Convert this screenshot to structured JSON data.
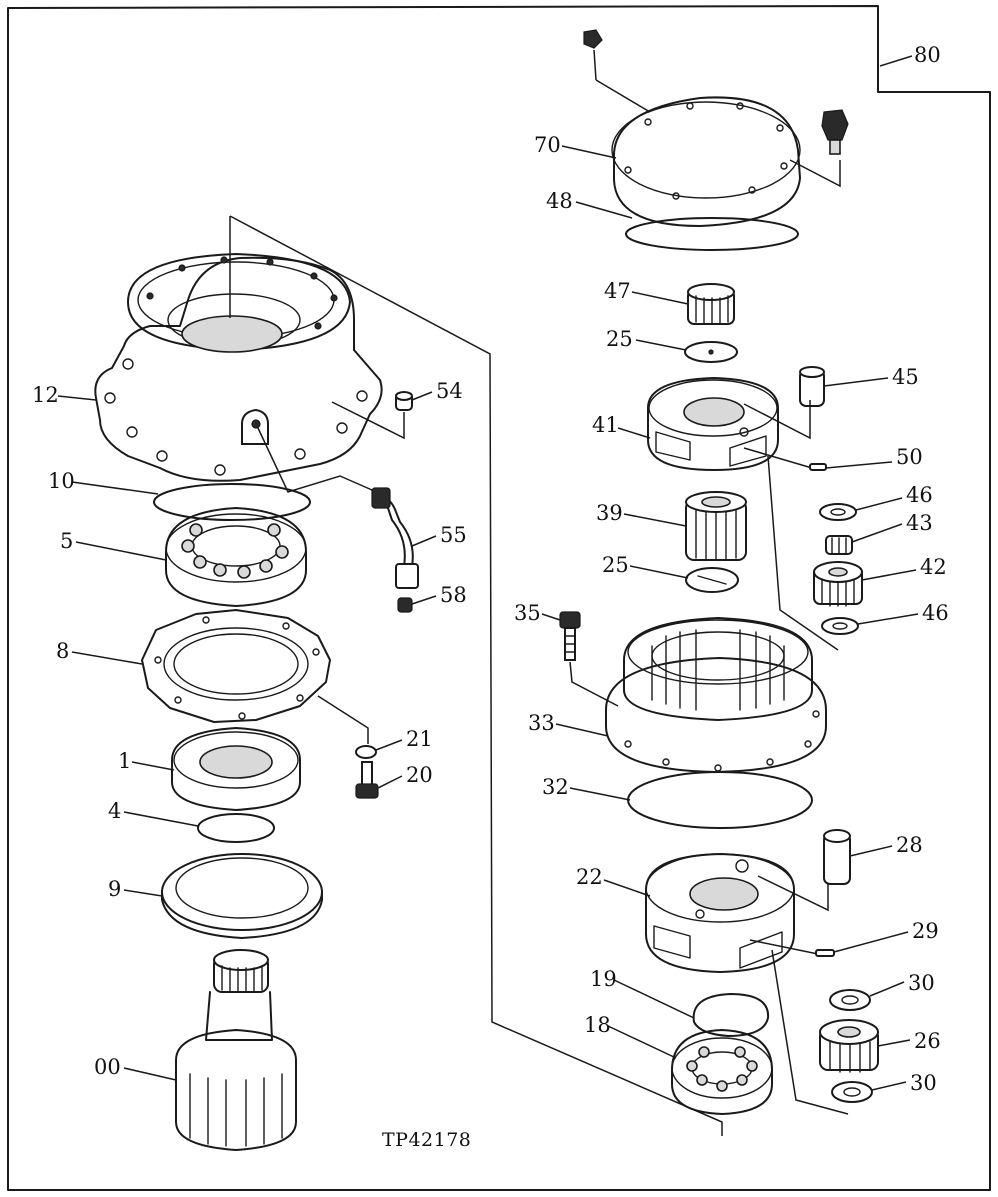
{
  "drawing": {
    "reference_code": "TP42178",
    "border_color": "#1a1a1a",
    "background_color": "#ffffff"
  },
  "parts": {
    "p80": "80",
    "p70": "70",
    "p48": "48",
    "p47": "47",
    "p25a": "25",
    "p45": "45",
    "p41": "41",
    "p50": "50",
    "p46a": "46",
    "p43": "43",
    "p39": "39",
    "p42": "42",
    "p25b": "25",
    "p46b": "46",
    "p35": "35",
    "p33": "33",
    "p32": "32",
    "p28": "28",
    "p22": "22",
    "p29": "29",
    "p30a": "30",
    "p19": "19",
    "p26": "26",
    "p18": "18",
    "p30b": "30",
    "p12": "12",
    "p54": "54",
    "p10": "10",
    "p55": "55",
    "p5": "5",
    "p58": "58",
    "p8": "8",
    "p21": "21",
    "p1": "1",
    "p20": "20",
    "p4": "4",
    "p9": "9",
    "p00": "00"
  }
}
